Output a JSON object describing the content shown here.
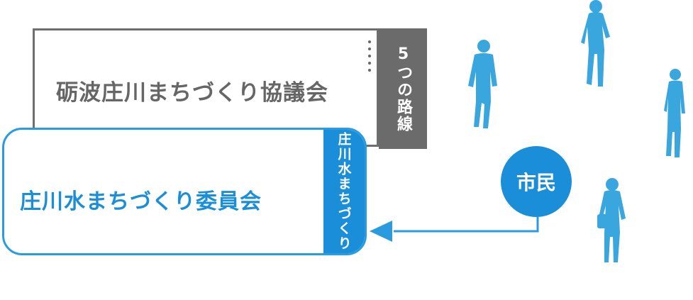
{
  "council": {
    "title": "砺波庄川まちづくり協議会",
    "tab_label": "5つの路線"
  },
  "committee": {
    "title": "庄川水まちづくり委員会",
    "tab_label": "庄川水まちづくり"
  },
  "citizens": {
    "label": "市民"
  },
  "colors": {
    "gray": "#6b6b6b",
    "blue": "#1a8ed8",
    "person": "#3aa6de"
  },
  "icons": [
    "person-icon",
    "arrow-left-icon"
  ]
}
